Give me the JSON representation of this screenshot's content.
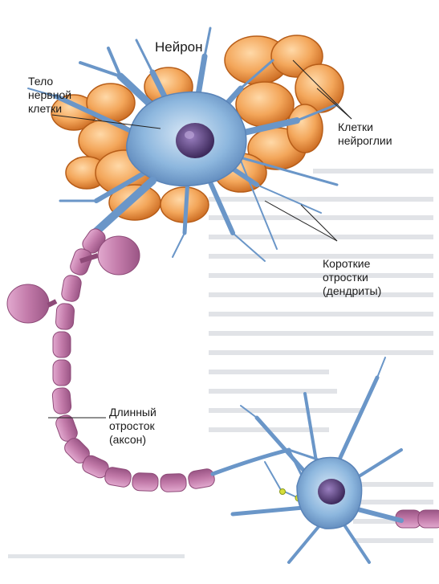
{
  "diagram": {
    "title": "Нейрон",
    "labels": {
      "cell_body": [
        "Тело",
        "нервной",
        "клетки"
      ],
      "glia": [
        "Клетки",
        "нейроглии"
      ],
      "dendrites": [
        "Короткие",
        "отростки",
        "(дендриты)"
      ],
      "axon": [
        "Длинный",
        "отросток",
        "(аксон)"
      ]
    }
  },
  "colors": {
    "neuron_blue": "#7aa9d4",
    "neuron_dark": "#4a6fa5",
    "nucleus": "#5b3f7a",
    "glia_orange": "#f0a25a",
    "glia_dark": "#c96a22",
    "myelin_pink": "#c885b0",
    "myelin_dark": "#8e4a78"
  }
}
